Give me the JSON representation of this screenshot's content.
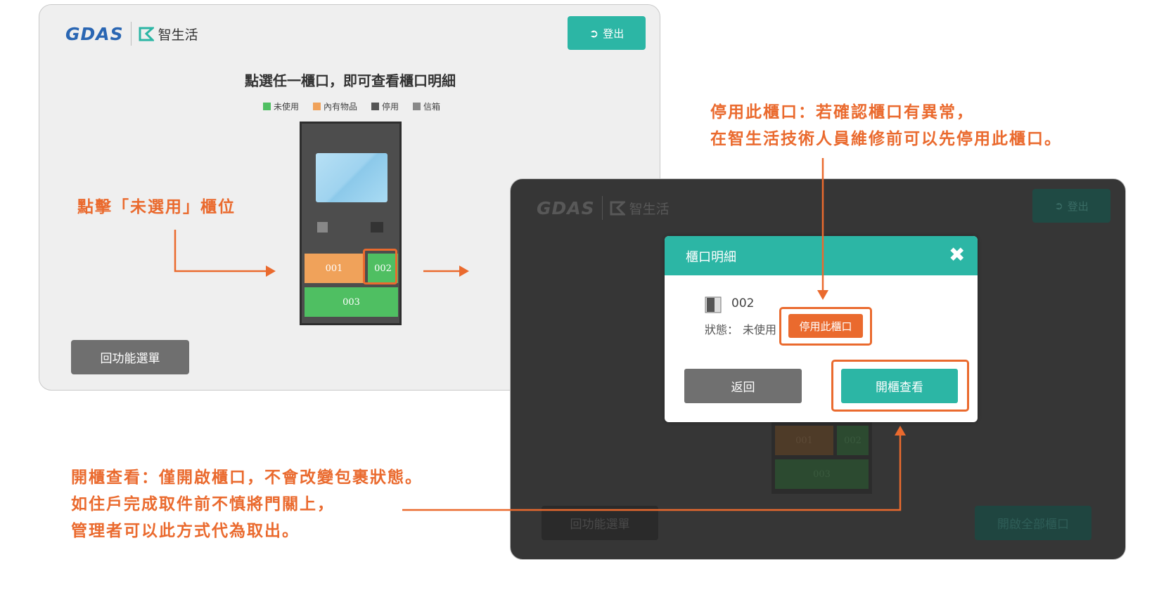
{
  "app": {
    "brand": "GDAS",
    "brand_zh": "智生活",
    "logout_label": "登出"
  },
  "left": {
    "title": "點選任一櫃口，即可查看櫃口明細",
    "legend": [
      {
        "label": "未使用",
        "color": "#4fbf62"
      },
      {
        "label": "內有物品",
        "color": "#f0a25a"
      },
      {
        "label": "停用",
        "color": "#555555"
      },
      {
        "label": "信箱",
        "color": "#888888"
      }
    ],
    "compartments": [
      {
        "id": "001",
        "color": "#f0a25a"
      },
      {
        "id": "002",
        "color": "#4fbf62"
      },
      {
        "id": "003",
        "color": "#4fbf62"
      }
    ],
    "back_label": "回功能選單"
  },
  "annotations": {
    "click_unused": "點擊「未選用」櫃位",
    "disable_line1": "停用此櫃口：若確認櫃口有異常，",
    "disable_line2": "在智生活技術人員維修前可以先停用此櫃口。",
    "open_line1": "開櫃查看：僅開啟櫃口，不會改變包裹狀態。",
    "open_line2": "如住戶完成取件前不慎將門關上，",
    "open_line3": "管理者可以此方式代為取出。"
  },
  "right": {
    "back_label": "回功能選單",
    "close_all_label": "開啟全部櫃口",
    "compartments": [
      "001",
      "002",
      "003"
    ],
    "modal": {
      "title": "櫃口明細",
      "locker_id": "002",
      "status_label": "狀態：",
      "status_value": "未使用",
      "disable_button": "停用此櫃口",
      "back_button": "返回",
      "open_button": "開櫃查看"
    }
  },
  "colors": {
    "accent": "#2cb6a5",
    "annotation": "#ea6a2e",
    "unused": "#4fbf62",
    "occupied": "#f0a25a"
  }
}
